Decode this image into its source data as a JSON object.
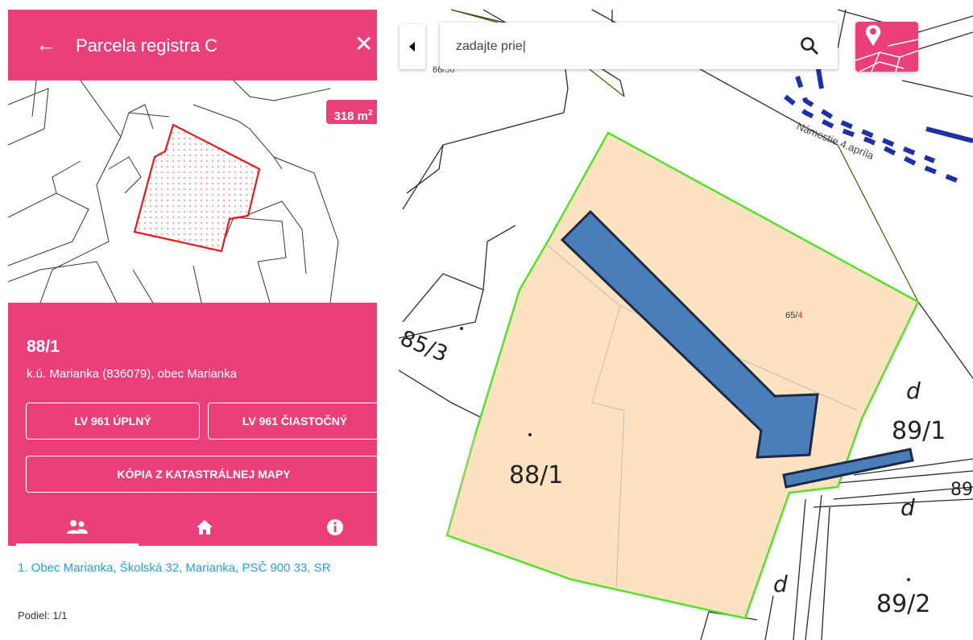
{
  "panel": {
    "title": "Parcela registra C",
    "back_icon": "←",
    "close_icon": "✕",
    "area_value": "318 m",
    "area_unit_sup": "2",
    "parcel_number": "88/1",
    "cadastral_area": "k.ú. Marianka (836079), obec Marianka",
    "buttons": {
      "lv_full": "LV 961 ÚPLNÝ",
      "lv_partial": "LV 961 ČIASTOČNÝ",
      "map_copy": "KÓPIA Z KATASTRÁLNEJ MAPY"
    },
    "tabs": [
      {
        "icon": "people-icon"
      },
      {
        "icon": "home-icon"
      },
      {
        "icon": "info-icon"
      }
    ],
    "owner": "1. Obec Marianka, Školská 32, Marianka, PSČ 900 33, SR",
    "share": "Podiel: 1/1"
  },
  "search": {
    "value": "zadajte prie|"
  },
  "map": {
    "labels": {
      "top_parcel": "66/",
      "top_parcel_red": "56",
      "parcel_65": "65/",
      "parcel_65_red": "4",
      "street": "Námestie 4.apríla",
      "p85_3": "85/3",
      "p88_1": "88/1",
      "p89_1": "89/1",
      "p89_cut": "89",
      "p89_2": "89/2",
      "d": "d"
    }
  },
  "colors": {
    "accent": "#eb3f7a",
    "parcel_fill": "#fde2c1",
    "parcel_border": "#55e02a",
    "arrow": "#4a7ebb",
    "link": "#2a9fd6"
  }
}
